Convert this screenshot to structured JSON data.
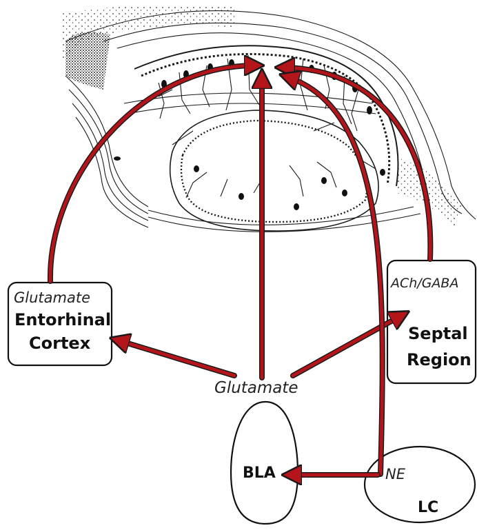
{
  "colors": {
    "arrow": "#b3151b",
    "arrow_outline": "#1a1a1a",
    "ink": "#111111"
  },
  "nodes": {
    "entorhinal": {
      "transmitter": "Glutamate",
      "name_line1": "Entorhinal",
      "name_line2": "Cortex"
    },
    "septal": {
      "transmitter": "ACh/GABA",
      "name_line1": "Septal",
      "name_line2": "Region"
    },
    "bla": {
      "transmitter": "Glutamate",
      "name": "BLA"
    },
    "lc": {
      "transmitter": "NE",
      "name": "LC"
    }
  },
  "illustration": {
    "subject": "hippocampus-drawing"
  },
  "edges": [
    {
      "from": "entorhinal",
      "to": "hippocampus"
    },
    {
      "from": "bla",
      "to": "hippocampus"
    },
    {
      "from": "bla",
      "to": "entorhinal"
    },
    {
      "from": "bla",
      "to": "septal"
    },
    {
      "from": "septal",
      "to": "hippocampus"
    },
    {
      "from": "lc",
      "to": "hippocampus"
    },
    {
      "from": "lc",
      "to": "bla"
    }
  ]
}
